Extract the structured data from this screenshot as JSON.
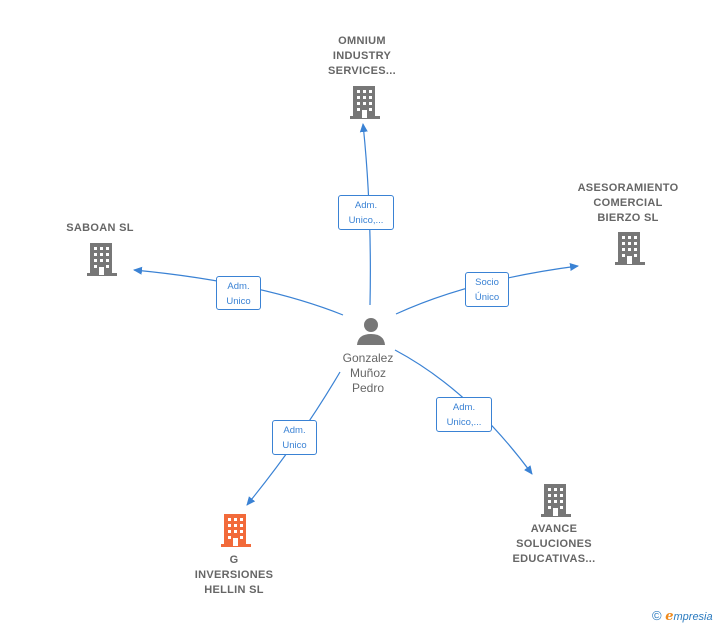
{
  "colors": {
    "edge": "#3a82d4",
    "building": "#777777",
    "building_highlight": "#f26a3a",
    "person": "#777777",
    "label": "#666666"
  },
  "center": {
    "name": "Gonzalez\nMuñoz\nPedro",
    "icon": "person-icon"
  },
  "companies": [
    {
      "id": "omnium",
      "name": "OMNIUM\nINDUSTRY\nSERVICES...",
      "icon": "building-icon",
      "highlight": false
    },
    {
      "id": "asesoramiento",
      "name": "ASESORAMIENTO\nCOMERCIAL\nBIERZO  SL",
      "icon": "building-icon",
      "highlight": false
    },
    {
      "id": "saboan",
      "name": "SABOAN  SL",
      "icon": "building-icon",
      "highlight": false
    },
    {
      "id": "g-inversiones",
      "name": "G\nINVERSIONES\nHELLIN  SL",
      "icon": "building-icon",
      "highlight": true
    },
    {
      "id": "avance",
      "name": "AVANCE\nSOLUCIONES\nEDUCATIVAS...",
      "icon": "building-icon",
      "highlight": false
    }
  ],
  "relations": [
    {
      "to": "omnium",
      "label_line1": "Adm.",
      "label_line2": "Unico,..."
    },
    {
      "to": "asesoramiento",
      "label_line1": "Socio",
      "label_line2": "Único"
    },
    {
      "to": "saboan",
      "label_line1": "Adm.",
      "label_line2": "Unico"
    },
    {
      "to": "g-inversiones",
      "label_line1": "Adm.",
      "label_line2": "Unico"
    },
    {
      "to": "avance",
      "label_line1": "Adm.",
      "label_line2": "Unico,..."
    }
  ],
  "footer": {
    "copyright": "©",
    "brand_initial": "e",
    "brand_rest": "mpresia"
  }
}
